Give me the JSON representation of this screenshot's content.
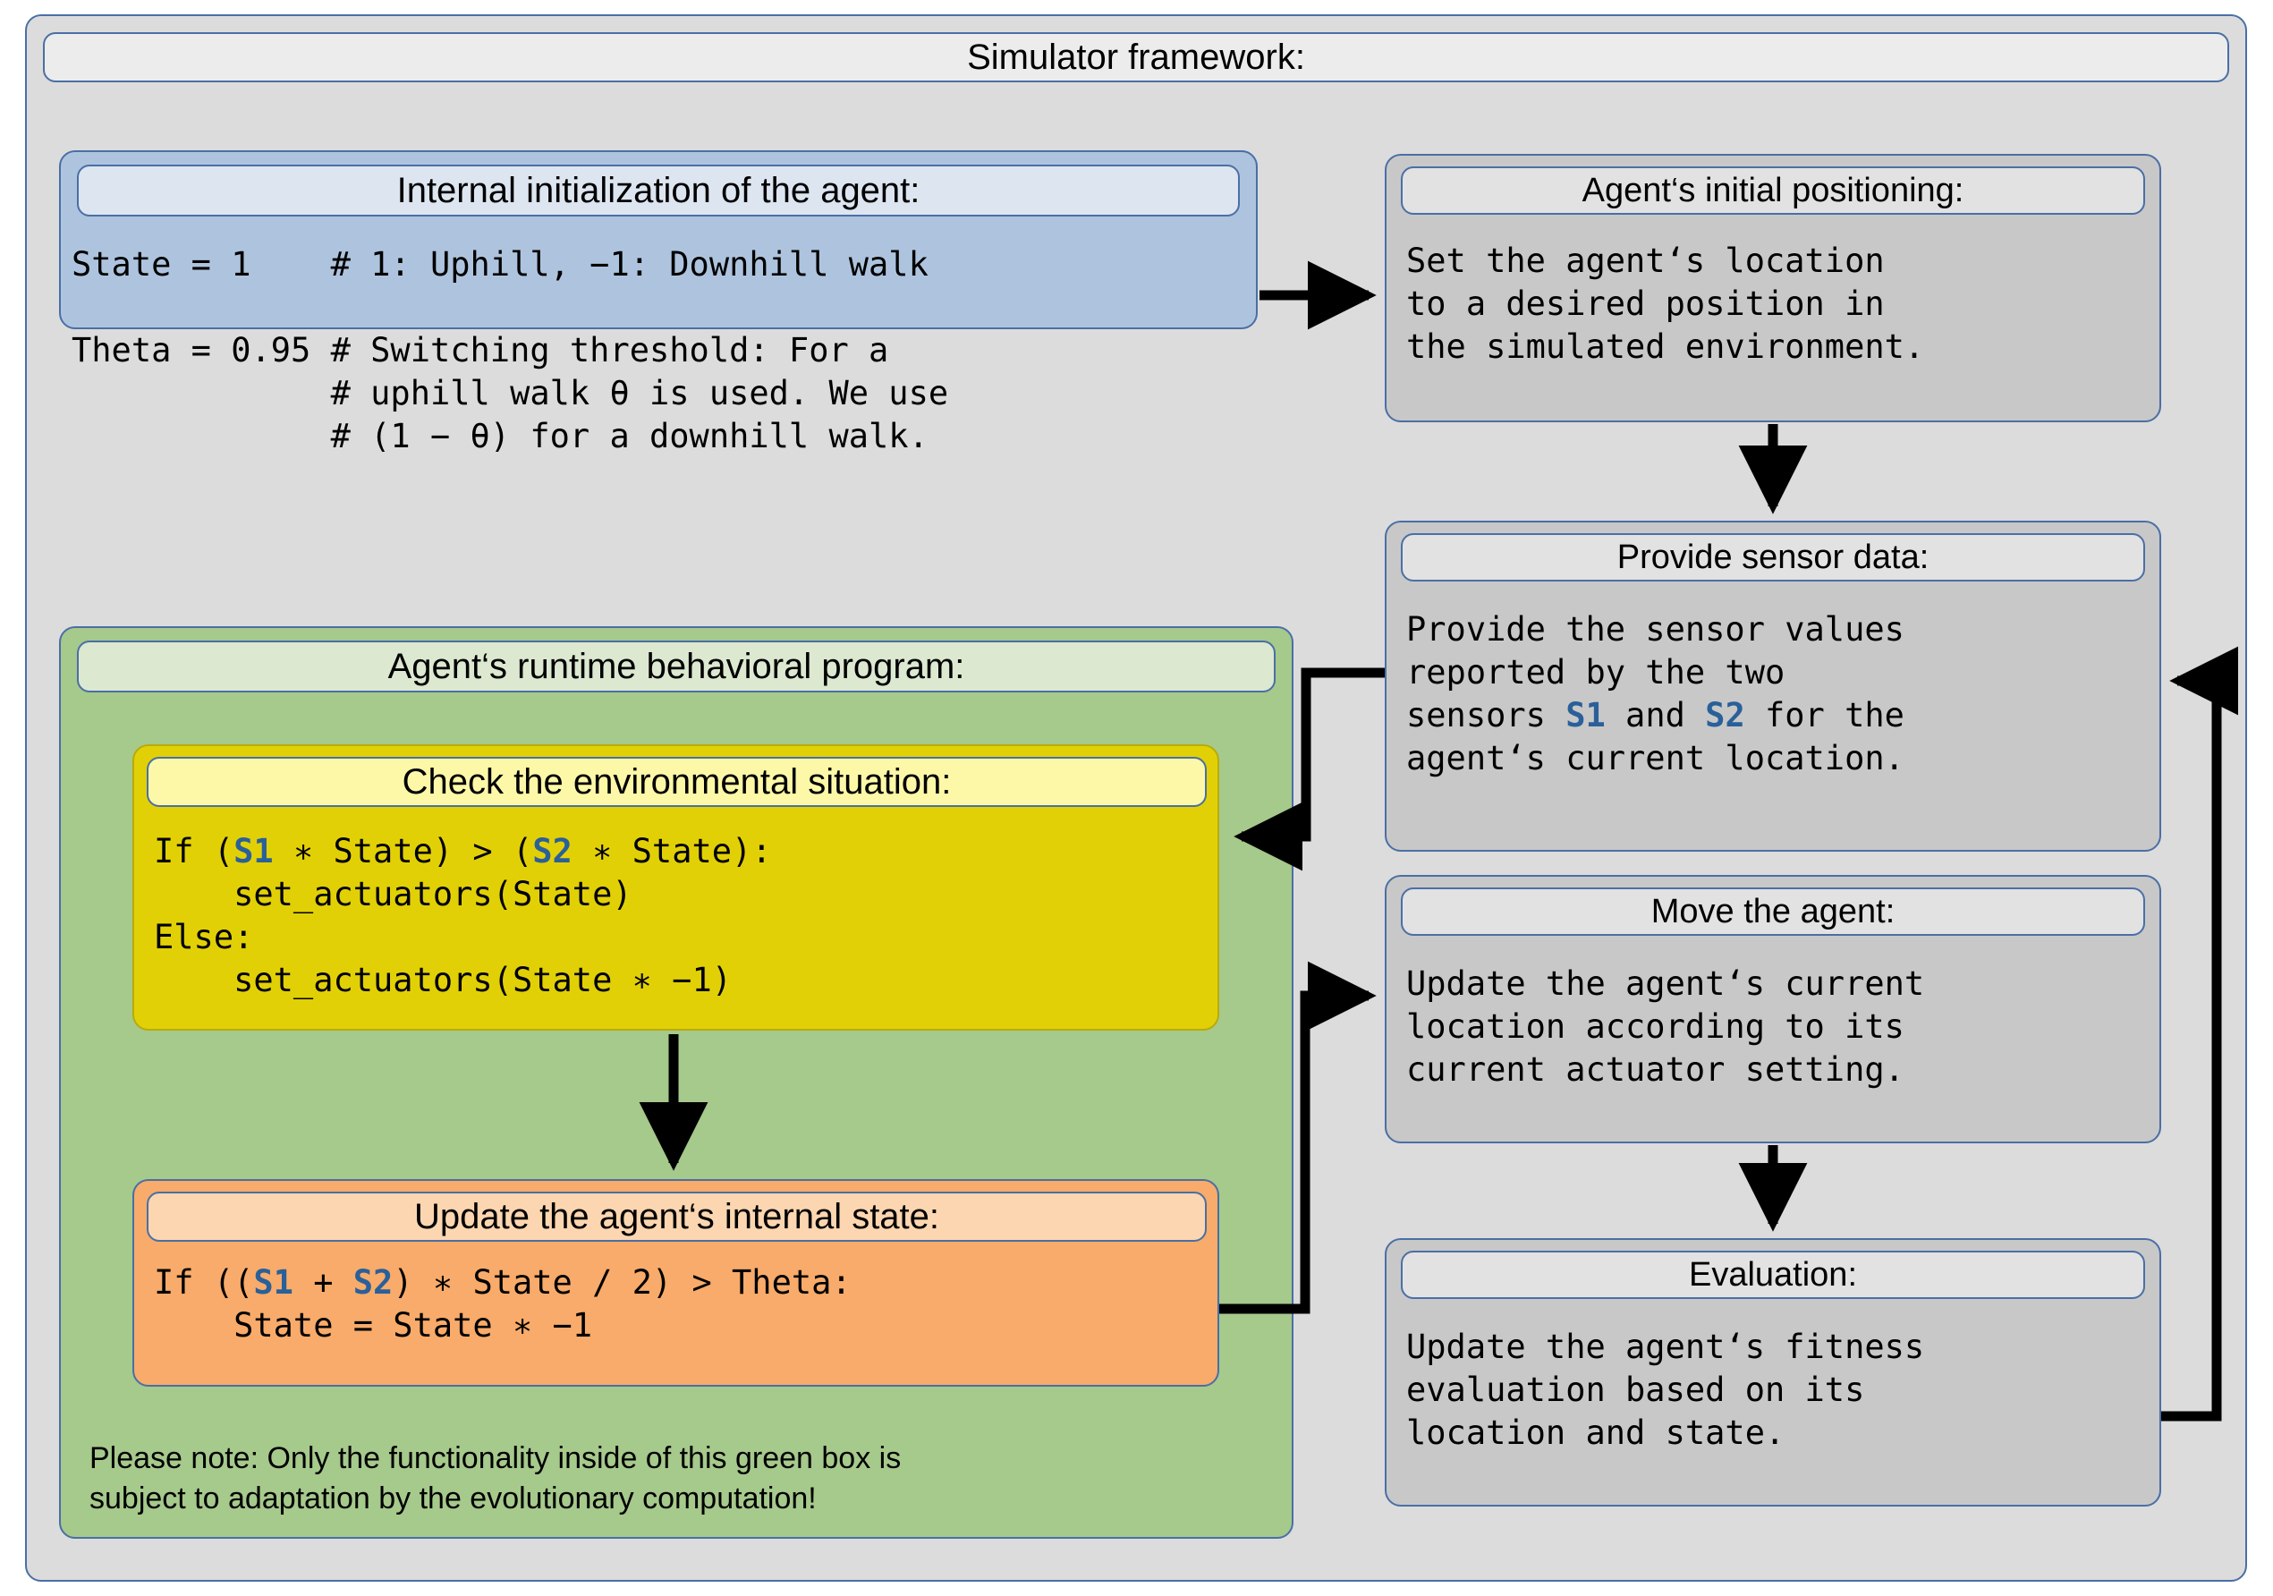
{
  "framework": {
    "title": "Simulator framework:"
  },
  "init": {
    "title": "Internal initialization of the agent:",
    "code_line1": "State = 1    # 1: Uphill, −1: Downhill walk",
    "code_line2": "Theta = 0.95 # Switching threshold: For a",
    "code_line3": "             # uphill walk θ is used. We use",
    "code_line4": "             # (1 − θ) for a downhill walk."
  },
  "runtime": {
    "title": "Agent‘s runtime behavioral program:",
    "note_line1": "Please note: Only the functionality inside of this green box is",
    "note_line2": "subject to adaptation by the evolutionary computation!"
  },
  "check": {
    "title": "Check the environmental situation:",
    "code_line1_a": "If (",
    "code_line1_s1": "S1",
    "code_line1_b": " ∗ State) > (",
    "code_line1_s2": "S2",
    "code_line1_c": " ∗ State):",
    "code_line2": "    set_actuators(State)",
    "code_line3": "Else:",
    "code_line4": "    set_actuators(State ∗ −1)"
  },
  "update": {
    "title": "Update the agent‘s internal state:",
    "code_line1_a": "If ((",
    "code_line1_s1": "S1",
    "code_line1_b": " + ",
    "code_line1_s2": "S2",
    "code_line1_c": ") ∗ State / 2) > Theta:",
    "code_line2": "    State = State ∗ −1"
  },
  "positioning": {
    "title": "Agent‘s initial positioning:",
    "text_line1": "Set the agent‘s location",
    "text_line2": "to a desired position in",
    "text_line3": "the simulated environment."
  },
  "sensor": {
    "title": "Provide sensor data:",
    "text_line1": "Provide the sensor values",
    "text_line2": "reported by the two",
    "text_line3_a": "sensors ",
    "text_line3_s1": "S1",
    "text_line3_b": " and ",
    "text_line3_s2": "S2",
    "text_line3_c": " for the",
    "text_line4": "agent‘s current location."
  },
  "move": {
    "title": "Move the agent:",
    "text_line1": "Update the agent‘s current",
    "text_line2": "location according to its",
    "text_line3": "current actuator setting."
  },
  "evaluation": {
    "title": "Evaluation:",
    "text_line1": "Update the agent‘s fitness",
    "text_line2": "evaluation based on its",
    "text_line3": "location and state."
  },
  "colors": {
    "framework_bg": "#dcdcdc",
    "init_bg": "#aec4de",
    "green_bg": "#a6c98c",
    "yellow_bg": "#e2d007",
    "orange_bg": "#f8ab6a",
    "gray_bg": "#c8c8c8",
    "border": "#4a6fa5",
    "sensor_label": "#2a6099"
  }
}
